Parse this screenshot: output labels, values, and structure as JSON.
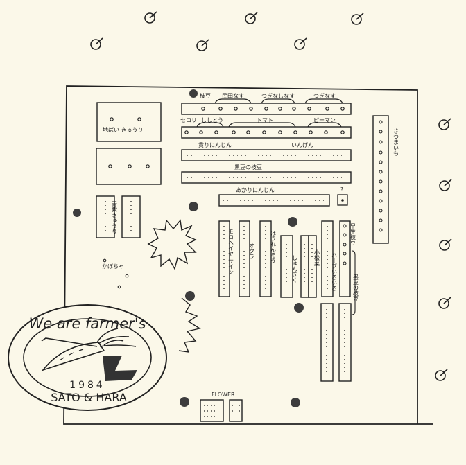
{
  "labels": {
    "edamame": "枝豆",
    "mingei_nasu": "民田なす",
    "tsugi_nashi_nasu": "つぎなしなす",
    "tsugi_nasu": "つぎなす",
    "celery": "セロリ",
    "shishito": "ししとう",
    "tomato": "トマト",
    "piman": "ピーマン",
    "jigai_kyuri": "地ばい きゅうり",
    "kiri_ninjin": "貴りにんじん",
    "ingen": "いんげん",
    "kuromame_edamame": "黒豆の枝豆",
    "satsumaimo": "さつまいも",
    "akari_ninjin": "あかりにんじん",
    "question": "?",
    "shiso_kyuri": "青紫きゅうり",
    "mokuchun_sain": "モロヘイヤ サイン",
    "okra": "オクラ",
    "hourensou": "ほうれんそう",
    "shungiku": "しゅんぎく",
    "kinuke": "小松菜",
    "hakusai": "ハーブいろいろ",
    "hoshi_edamame": "早生枝豆",
    "kuromame_edamame_2": "黒豆の枝豆",
    "kabocha": "かぼちゃ",
    "flower": "FLOWER"
  },
  "logo": {
    "top_text": "We are farmer's",
    "year": "1984",
    "names": "SATO & HARA"
  }
}
